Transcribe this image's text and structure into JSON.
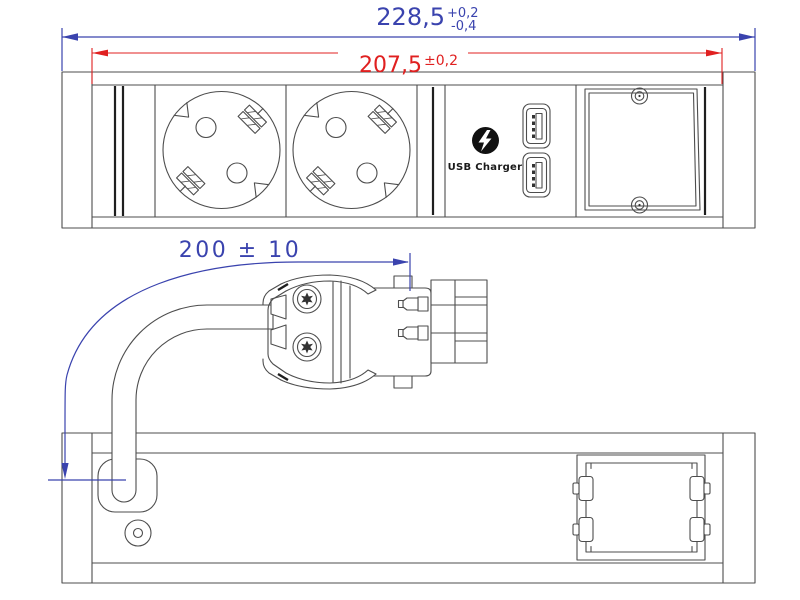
{
  "drawing": {
    "dimensions": {
      "overall_width": {
        "value": "228,5",
        "tolerance_plus": "+0,2",
        "tolerance_minus": "-0,4"
      },
      "faceplate_width": {
        "value": "207,5",
        "tolerance": "±0,2"
      },
      "cable_length": {
        "value": "200 ± 10"
      }
    },
    "labels": {
      "usb_charger": "USB Charger"
    },
    "icons": {
      "usb_charger_icon": "lightning-bolt"
    },
    "colors": {
      "dimension-blue": "#3a43ae",
      "dimension-red": "#e02020",
      "line-gray": "#4d4d4d",
      "line-dark": "#1f1f1f"
    }
  }
}
